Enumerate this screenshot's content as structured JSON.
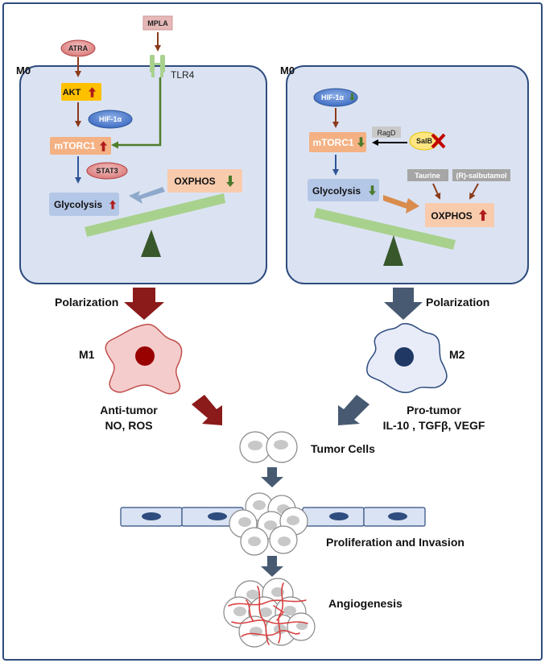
{
  "left_panel": {
    "cell_label": "M0",
    "receptor_label": "TLR4",
    "nodes": {
      "mpla": "MPLA",
      "atra": "ATRA",
      "akt": "AKT",
      "hif": "HIF-1α",
      "mtorc1": "mTORC1",
      "stat3": "STAT3",
      "glycolysis": "Glycolysis",
      "oxphos": "OXPHOS"
    }
  },
  "right_panel": {
    "cell_label": "M0",
    "nodes": {
      "hif": "HIF-1α",
      "mtorc1": "mTORC1",
      "ragd": "RagD",
      "salb": "SalB",
      "glycolysis": "Glycolysis",
      "taurine": "Taurine",
      "salbutamol": "(R)-salbutamol",
      "oxphos": "OXPHOS"
    }
  },
  "polarization_left": "Polarization",
  "polarization_right": "Polarization",
  "m1": {
    "label": "M1",
    "role": "Anti-tumor",
    "products": "NO, ROS"
  },
  "m2": {
    "label": "M2",
    "role": "Pro-tumor",
    "products": "IL-10 , TGFβ, VEGF"
  },
  "tumor_cells": "Tumor Cells",
  "proliferation": "Proliferation and Invasion",
  "angiogenesis": "Angiogenesis",
  "colors": {
    "border": "#2e4c7e",
    "cell_fill": "#dbe3f2",
    "up_arrow": "#b01c1c",
    "down_arrow": "#4a7a2c",
    "dark_red": "#8b1a1a",
    "slate": "#475a72",
    "orange_box": "#f4b183",
    "green_bar": "#a9d18e",
    "gold": "#ffc000"
  }
}
